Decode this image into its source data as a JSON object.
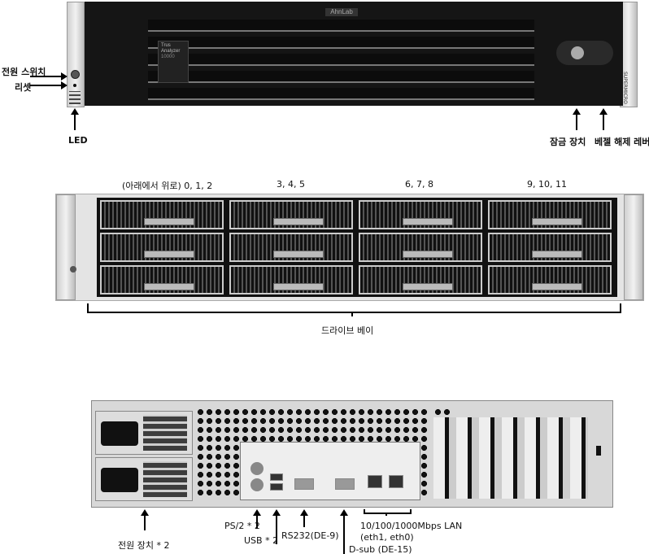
{
  "front_panel": {
    "brand": "AhnLab",
    "product_badge": [
      "Trus",
      "Analyzer",
      "10000"
    ],
    "side_logo": "SUPERMICRO",
    "labels": {
      "power_switch": "전원 스위치",
      "reset": "리셋",
      "led": "LED",
      "lock": "잠금 장치",
      "bezel_release": "베젤 해제 레버"
    }
  },
  "drive_panel": {
    "column_labels": [
      "(아래에서 위로) 0, 1, 2",
      "3, 4, 5",
      "6, 7, 8",
      "9, 10, 11"
    ],
    "bay_label": "드라이브 베이"
  },
  "rear_panel": {
    "labels": {
      "psu": "전원 장치 * 2",
      "ps2": "PS/2 * 2",
      "usb": "USB * 2",
      "rs232": "RS232(DE-9)",
      "dsub": "D-sub (DE-15)",
      "lan_line1": "10/100/1000Mbps LAN",
      "lan_line2": "(eth1, eth0)"
    }
  }
}
